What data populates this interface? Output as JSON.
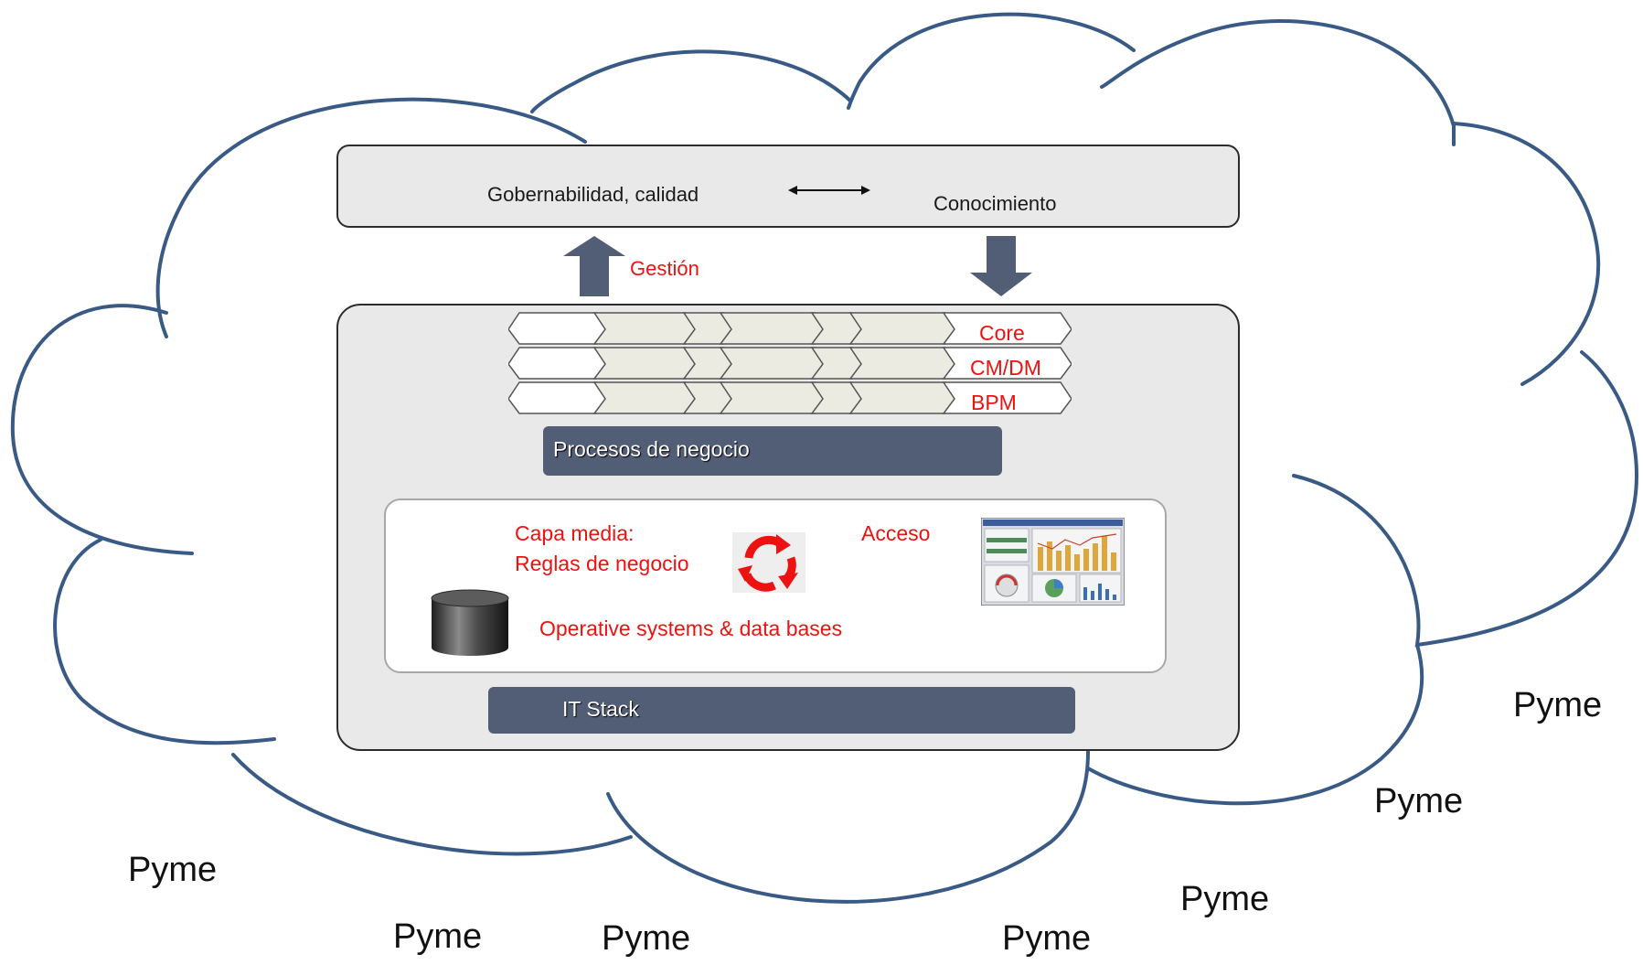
{
  "top": {
    "left_label": "Gobernabilidad, calidad",
    "right_label": "Conocimiento"
  },
  "gestion_label": "Gestión",
  "chevron_rows": [
    "Core",
    "CM/DM",
    "BPM"
  ],
  "procesos_label": "Procesos de negocio",
  "inner": {
    "capa_line1": "Capa media:",
    "capa_line2": "Reglas de negocio",
    "acceso_label": "Acceso",
    "operative_label": "Operative systems & data bases"
  },
  "it_stack_label": "IT Stack",
  "pymes": [
    "Pyme",
    "Pyme",
    "Pyme",
    "Pyme",
    "Pyme",
    "Pyme",
    "Pyme"
  ],
  "colors": {
    "cloud_stroke": "#3a5a86",
    "red_text": "#ee1111",
    "bar_fill": "#525d76",
    "box_fill": "#e9e9ea",
    "arrow_fill": "#525d76"
  }
}
